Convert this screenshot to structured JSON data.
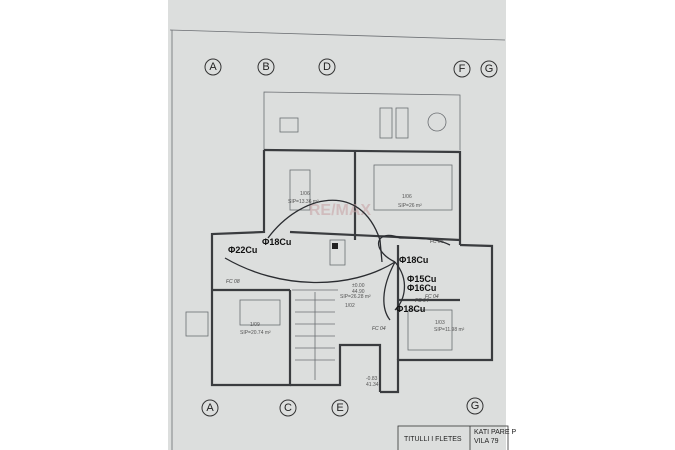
{
  "grid_top": [
    "A",
    "B",
    "D",
    "F",
    "G"
  ],
  "grid_bottom": [
    "A",
    "C",
    "E",
    "G"
  ],
  "watermark": "RE/MAX",
  "rooms": [
    {
      "id": "1/06",
      "area": "SIP=13.36 m²"
    },
    {
      "id": "1/06",
      "area": "SIP=26 m²"
    },
    {
      "id": "1/09",
      "area": "SIP=20.74 m²"
    },
    {
      "id": "1/02",
      "area": "SIP=26.28 m²"
    },
    {
      "id": "1/03",
      "area": "SIP=11.98 m²"
    }
  ],
  "pipes": [
    "Φ22Cu",
    "Φ18Cu",
    "Φ18Cu",
    "Φ15Cu",
    "Φ16Cu",
    "Φ18Cu"
  ],
  "fc_labels": [
    "FC 06",
    "FC 08",
    "FC 04",
    "FC 04",
    "FC 04"
  ],
  "level": {
    "elev": "±0.00",
    "sub": "44.90"
  },
  "level2": {
    "elev": "-0.83",
    "sub": "41.34"
  },
  "title_block": {
    "label": "TITULLI I FLETES",
    "line1": "KATI PARE P",
    "line2": "VILA 79"
  }
}
